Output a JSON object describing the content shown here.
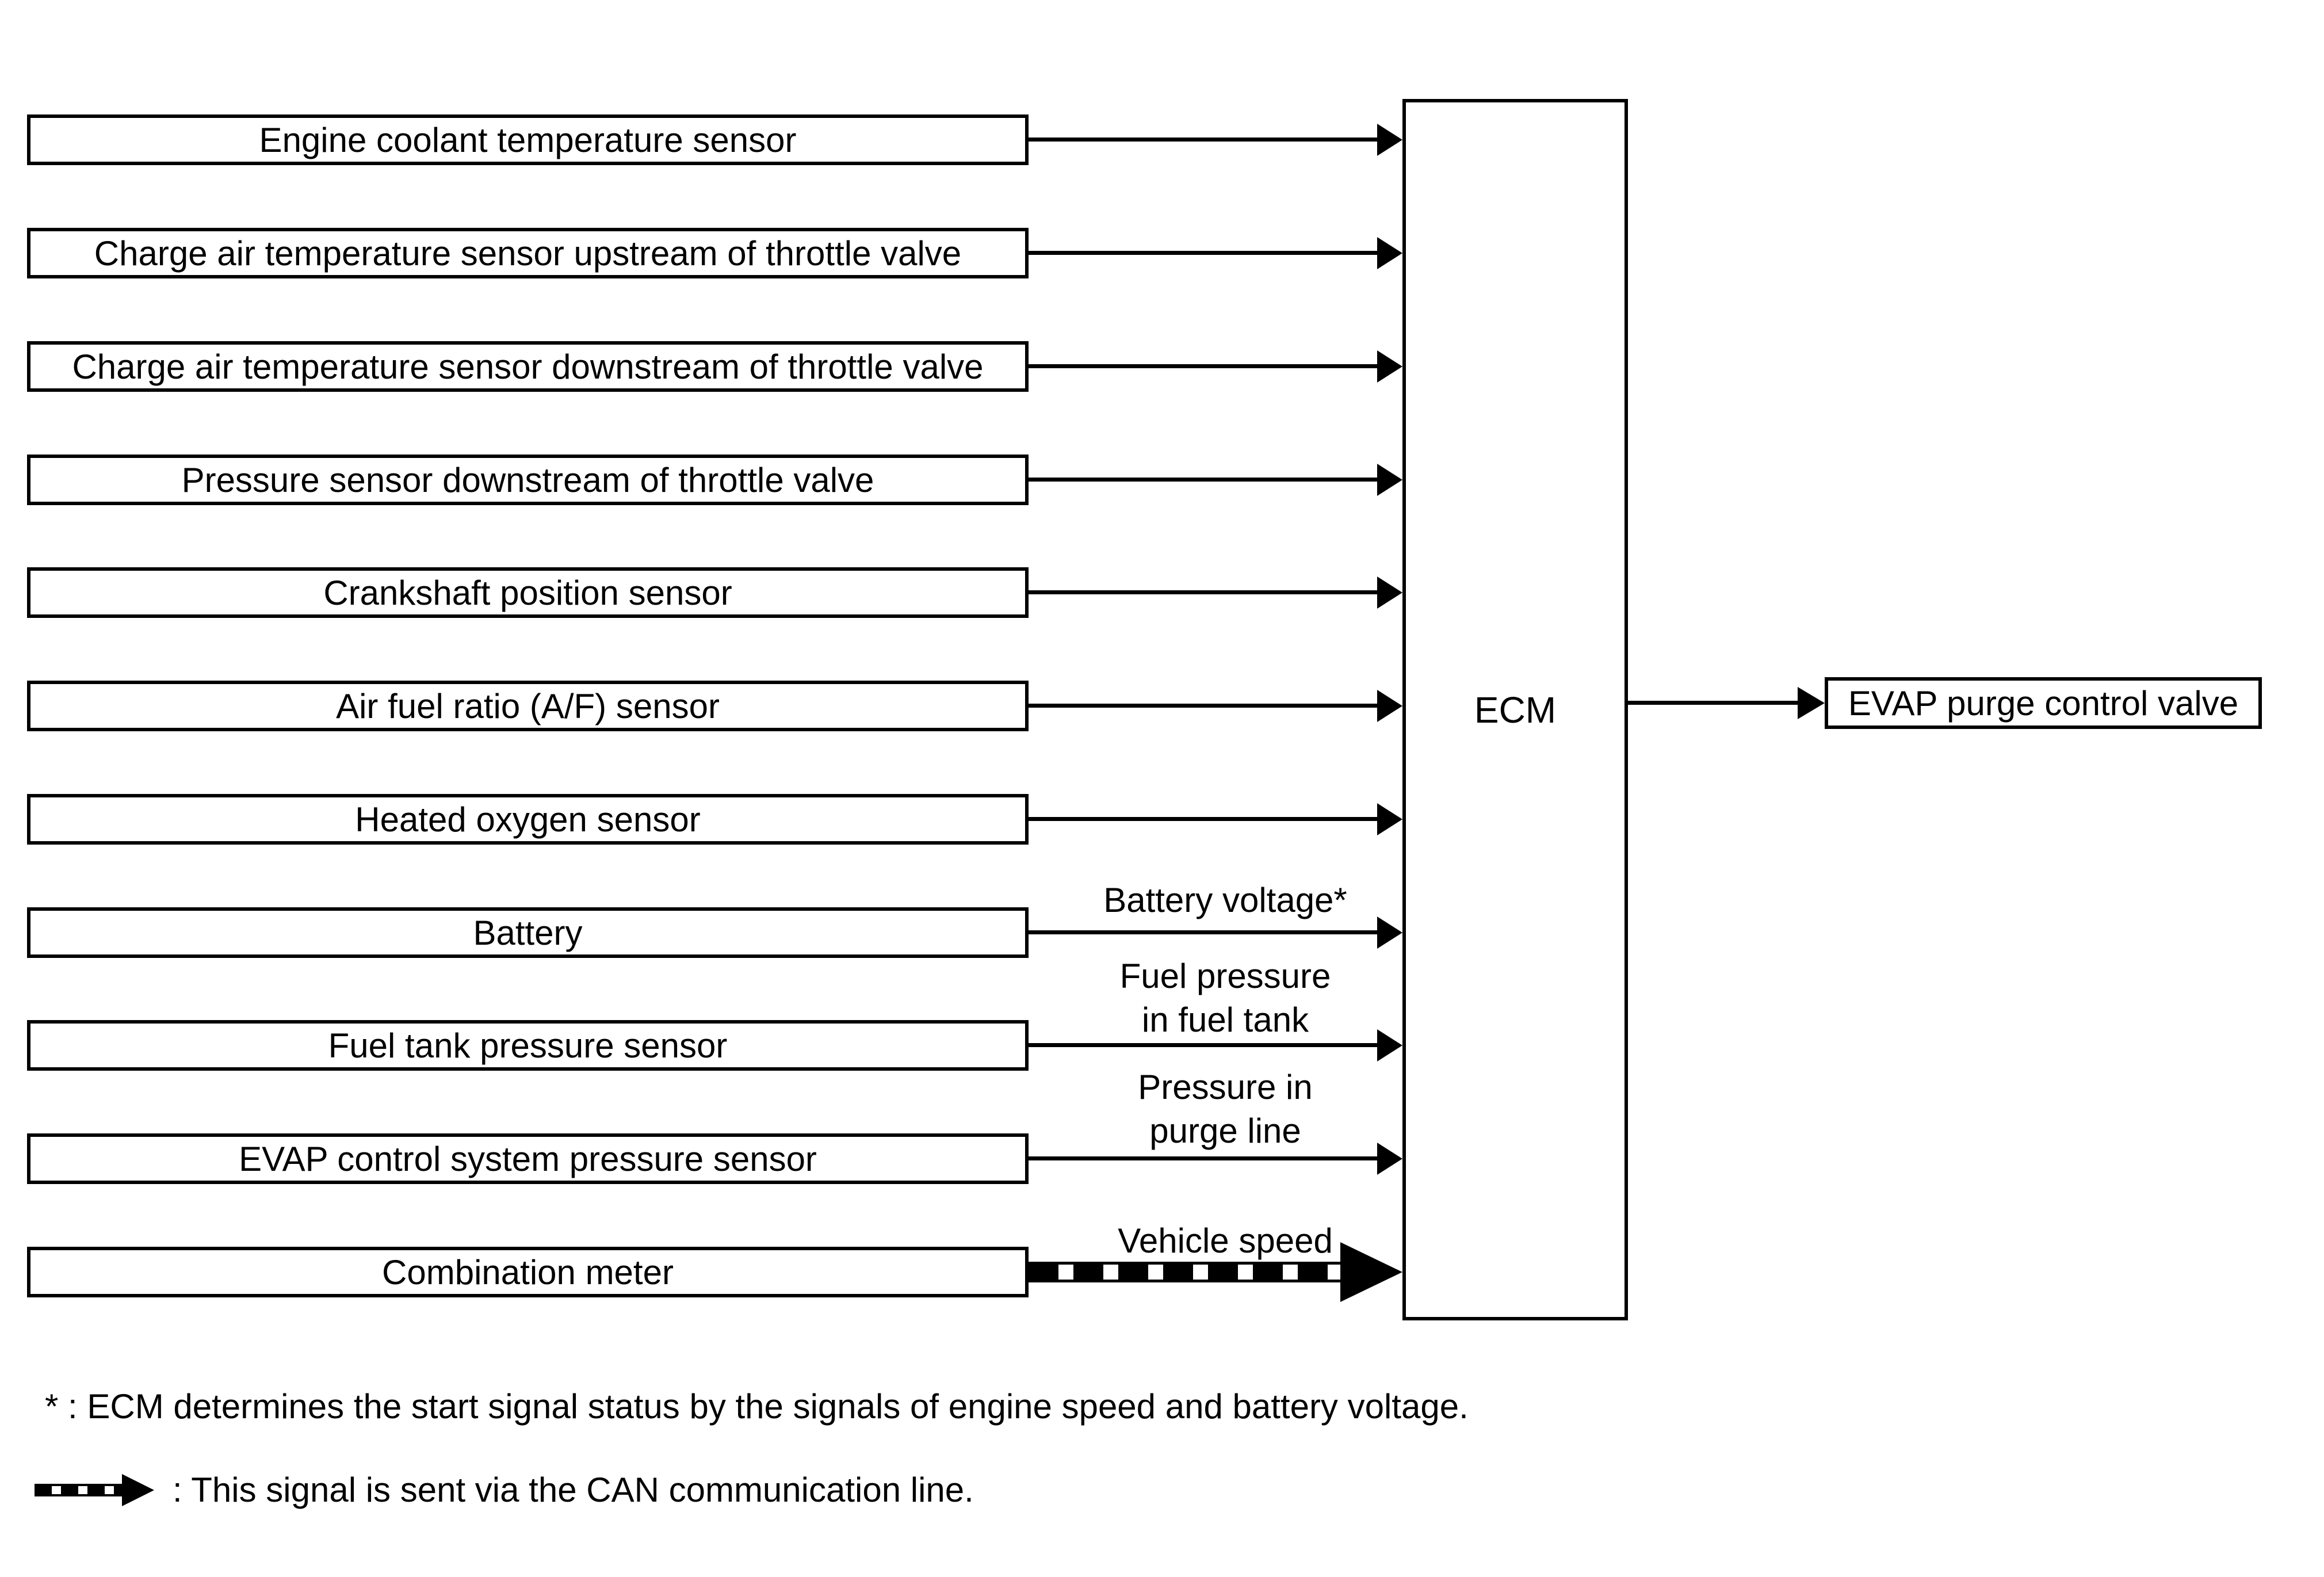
{
  "diagram": {
    "sensors": [
      "Engine coolant temperature sensor",
      "Charge air temperature sensor upstream of throttle valve",
      "Charge air temperature sensor downstream of throttle valve",
      "Pressure sensor downstream of throttle valve",
      "Crankshaft position sensor",
      "Air fuel ratio (A/F) sensor",
      "Heated oxygen sensor",
      "Battery",
      "Fuel tank pressure sensor",
      "EVAP control system pressure sensor",
      "Combination meter"
    ],
    "ecm_label": "ECM",
    "output_label": "EVAP purge control valve",
    "signals": {
      "battery_voltage": "Battery voltage*",
      "fuel_pressure_line1": "Fuel pressure",
      "fuel_pressure_line2": "in fuel tank",
      "purge_line1": "Pressure in",
      "purge_line2": "purge line",
      "vehicle_speed": "Vehicle speed"
    },
    "notes": {
      "star": "* : ECM determines the start signal status by the signals of engine speed and battery voltage.",
      "can": ": This signal is sent via the CAN communication line."
    },
    "colors": {
      "line": "#000000",
      "background": "#ffffff"
    }
  }
}
